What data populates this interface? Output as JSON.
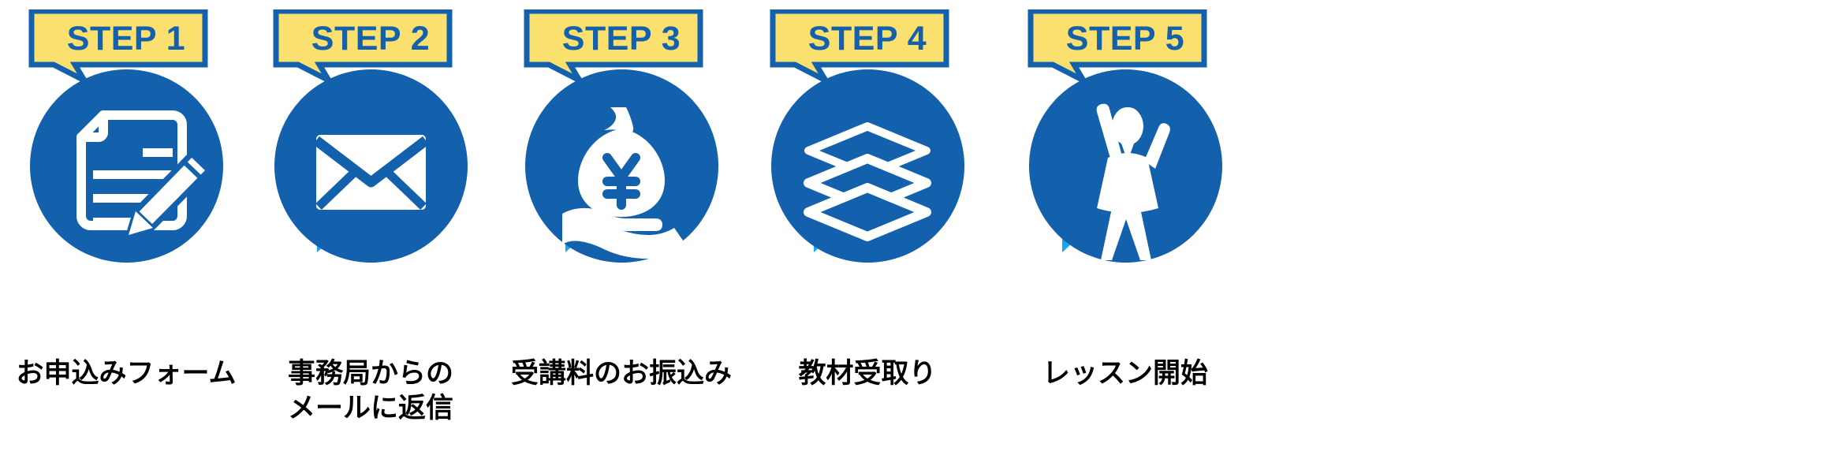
{
  "diagram": {
    "title": "5-step enrollment process flow",
    "colors": {
      "badge_fill": "#fae06e",
      "badge_border": "#1360ac",
      "circle": "#1360ac",
      "arrow": "#17a6f5",
      "icon": "#ffffff",
      "caption": "#000000",
      "background": "#ffffff"
    },
    "steps": [
      {
        "badge": "STEP 1",
        "icon": "document-pencil-icon",
        "caption_lines": [
          "お申込みフォーム"
        ]
      },
      {
        "badge": "STEP 2",
        "icon": "envelope-icon",
        "caption_lines": [
          "事務局からの",
          "メールに返信"
        ]
      },
      {
        "badge": "STEP 3",
        "icon": "money-bag-yen-hand-icon",
        "caption_lines": [
          "受講料のお振込み"
        ]
      },
      {
        "badge": "STEP 4",
        "icon": "books-stack-icon",
        "caption_lines": [
          "教材受取り"
        ]
      },
      {
        "badge": "STEP 5",
        "icon": "cheering-person-icon",
        "caption_lines": [
          "レッスン開始"
        ]
      }
    ],
    "arrows": [
      {
        "name": "arrow-step1-to-step2"
      },
      {
        "name": "arrow-step2-to-step3"
      },
      {
        "name": "arrow-step3-to-step4"
      },
      {
        "name": "arrow-step4-to-step5"
      }
    ]
  }
}
